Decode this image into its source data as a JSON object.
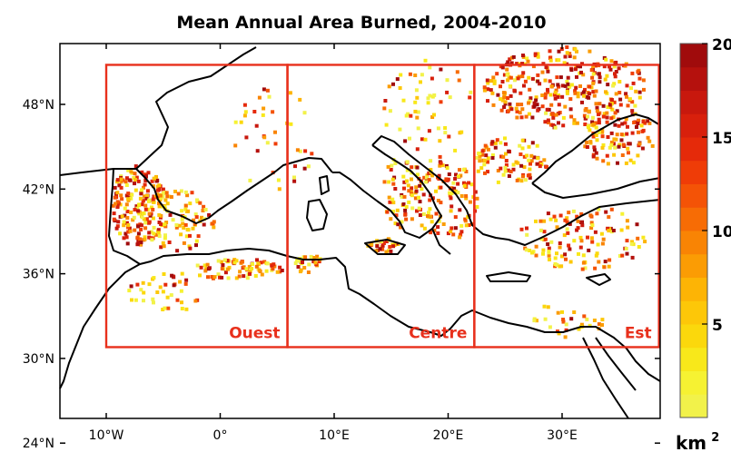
{
  "title": "Mean Annual Area Burned, 2004-2010",
  "colors": {
    "region_box": "#e8301c",
    "coast": "#000000",
    "colorbar": [
      "#f2f24a",
      "#f6f232",
      "#f8e81a",
      "#fbd80c",
      "#fdc708",
      "#fdb405",
      "#fb9c04",
      "#f98404",
      "#f76c05",
      "#f45306",
      "#ef3c07",
      "#e52a0a",
      "#d8200c",
      "#c8180d",
      "#b5110d",
      "#a00b0c"
    ]
  },
  "map": {
    "lon_ticks": [
      {
        "value": -10,
        "label": "10°W"
      },
      {
        "value": 0,
        "label": "0°"
      },
      {
        "value": 10,
        "label": "10°E"
      },
      {
        "value": 20,
        "label": "20°E"
      },
      {
        "value": 30,
        "label": "30°E"
      }
    ],
    "lat_ticks": [
      {
        "value": 48,
        "label": "48°N"
      },
      {
        "value": 42,
        "label": "42°N"
      },
      {
        "value": 36,
        "label": "36°N"
      },
      {
        "value": 30,
        "label": "30°N"
      },
      {
        "value": 24,
        "label": "24°N"
      }
    ],
    "regions": [
      {
        "name": "Ouest",
        "lon_min": -10,
        "lon_max": 5.9,
        "lat_min": 30.8,
        "lat_max": 50.8
      },
      {
        "name": "Centre",
        "lon_min": 5.9,
        "lon_max": 22.3,
        "lat_min": 30.8,
        "lat_max": 50.8
      },
      {
        "name": "Est",
        "lon_min": 22.3,
        "lon_max": 38.5,
        "lat_min": 30.8,
        "lat_max": 50.8
      }
    ]
  },
  "colorbar": {
    "min": 0,
    "max": 20,
    "ticks": [
      {
        "value": 5,
        "label": "5"
      },
      {
        "value": 10,
        "label": "10"
      },
      {
        "value": 15,
        "label": "15"
      },
      {
        "value": 20,
        "label": "20"
      }
    ],
    "unit": "km",
    "unit_exponent": "2"
  }
}
